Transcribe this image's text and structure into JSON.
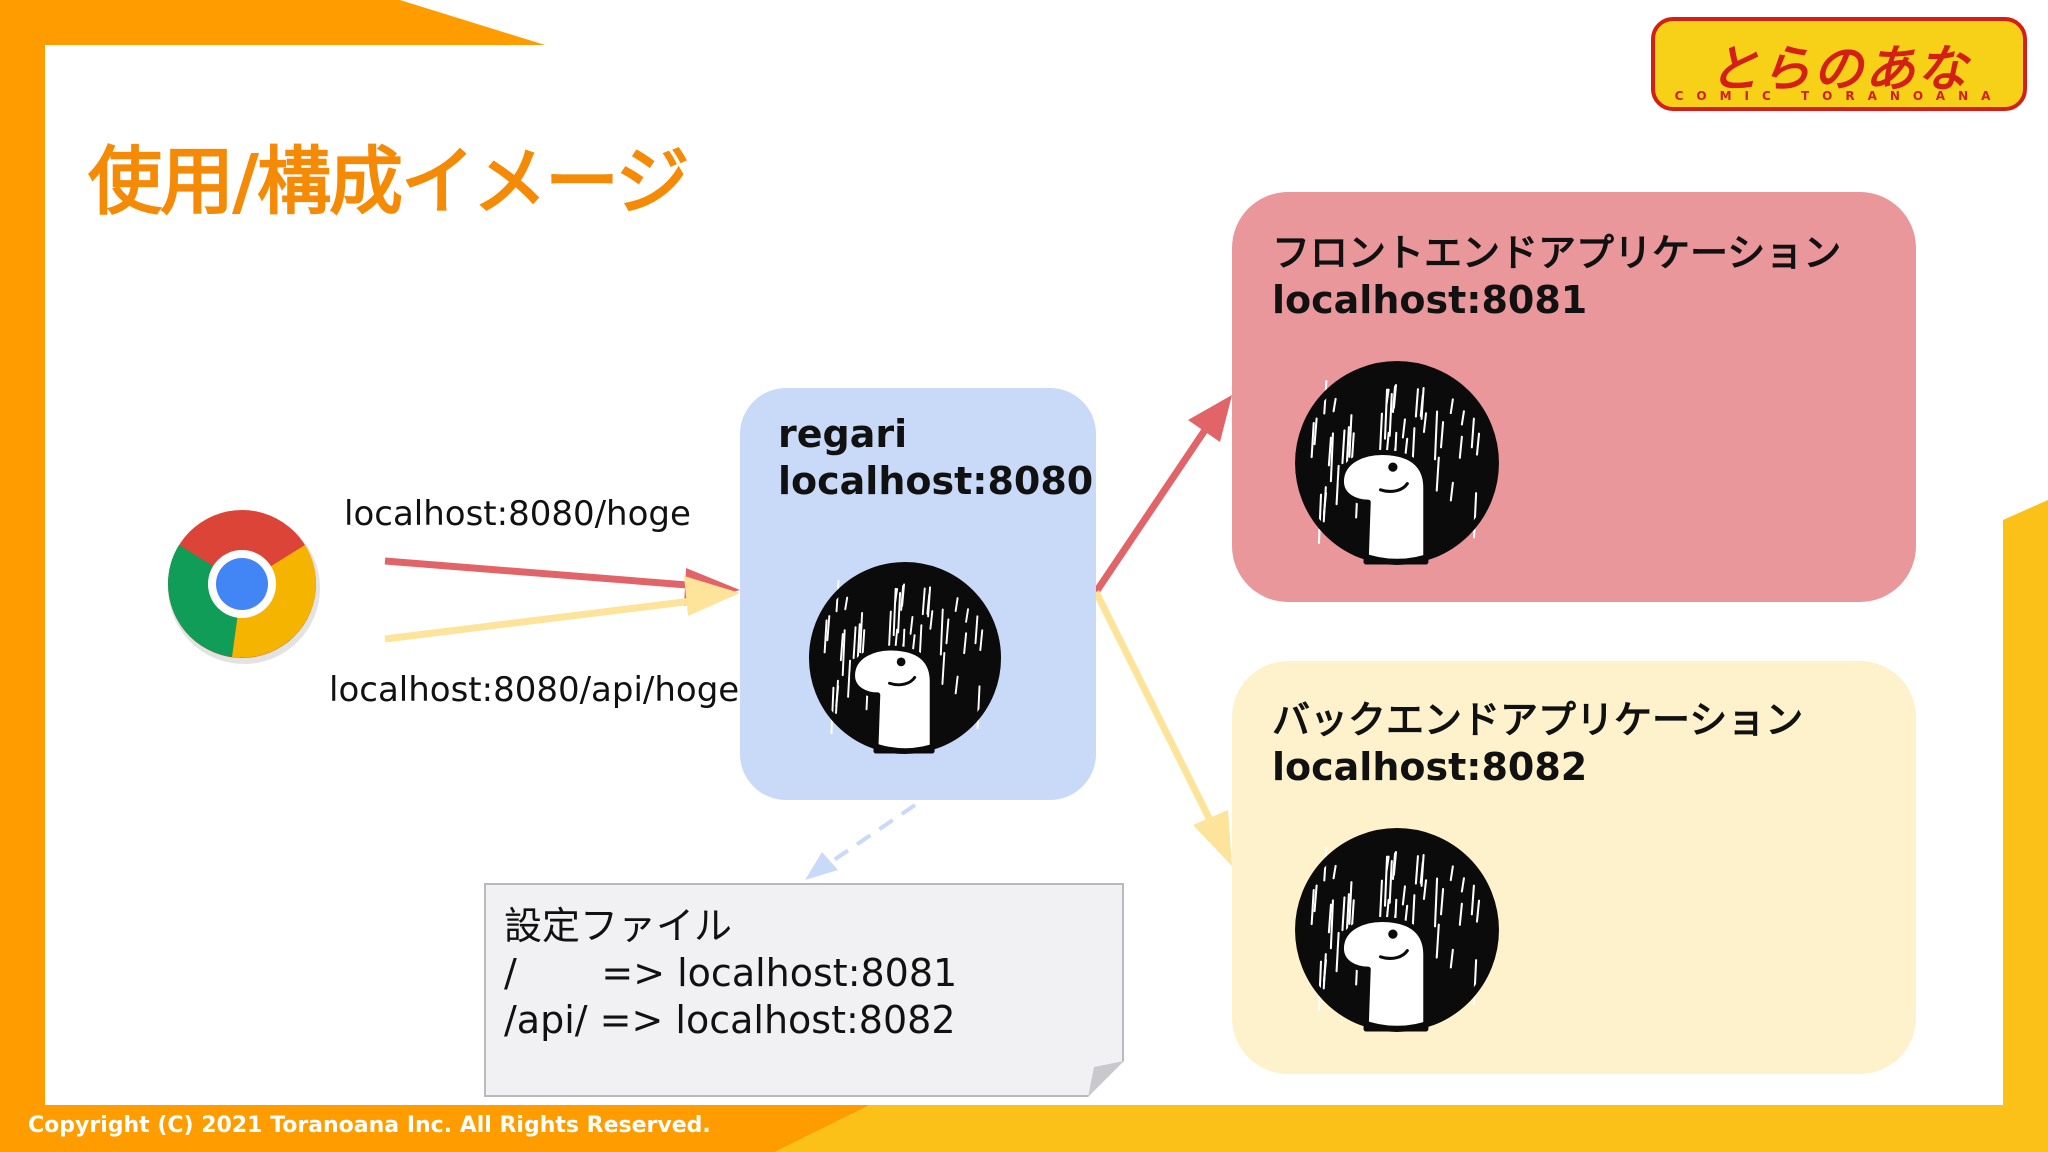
{
  "slide": {
    "title": "使用/構成イメージ",
    "logo": {
      "main": "とらのあな",
      "sub": "COMIC TORANOANA"
    },
    "browser": {
      "icon": "chrome-icon",
      "request1": "localhost:8080/hoge",
      "request2": "localhost:8080/api/hoge"
    },
    "regari": {
      "name": "regari",
      "host": "localhost:8080",
      "icon": "deno-icon"
    },
    "frontend": {
      "name": "フロントエンドアプリケーション",
      "host": "localhost:8081",
      "icon": "deno-icon"
    },
    "backend": {
      "name": "バックエンドアプリケーション",
      "host": "localhost:8082",
      "icon": "deno-icon"
    },
    "config": {
      "title": "設定ファイル",
      "line1": "/       => localhost:8081",
      "line2": "/api/ => localhost:8082"
    },
    "copyright": "Copyright  (C) 2021 Toranoana Inc. All Rights Reserved."
  },
  "colors": {
    "accent": "#f58a07",
    "frontend_box": "#e9979a",
    "backend_box": "#fdf2cc",
    "regari_box": "#c9daf8",
    "red_arrow": "#e06468",
    "yellow_arrow": "#fde49a",
    "dashed_arrow": "#c9daf8"
  }
}
